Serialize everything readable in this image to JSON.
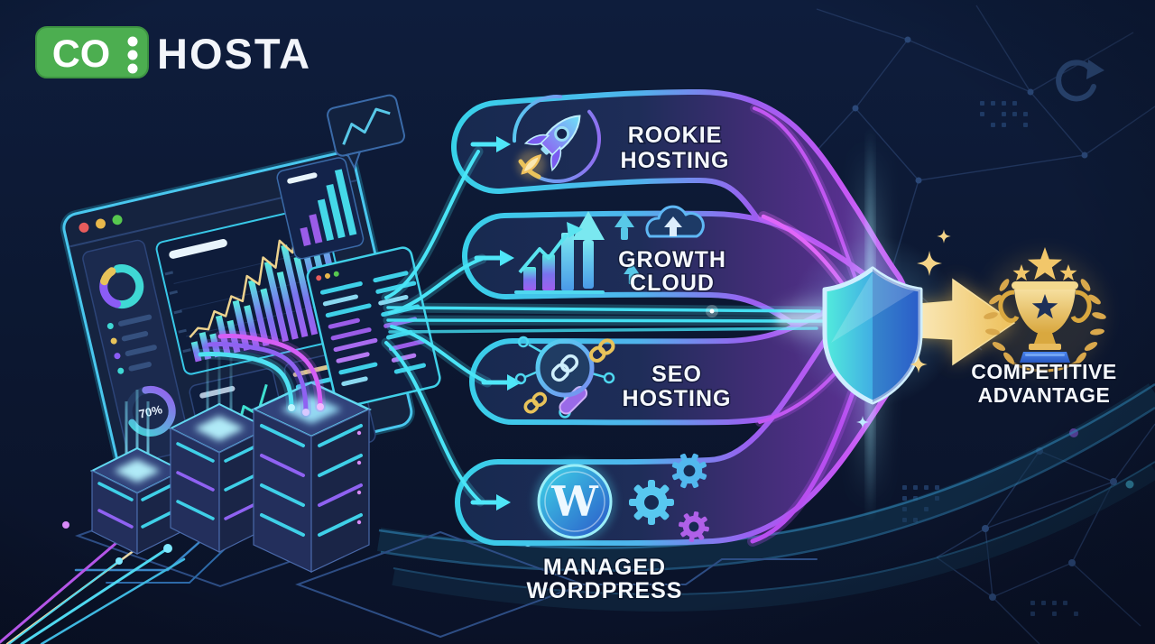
{
  "logo": {
    "prefix": "CO",
    "name": "HOSTA",
    "box_color": "#4cae50"
  },
  "services": [
    {
      "line1": "ROOKIE",
      "line2": "HOSTING",
      "icon": "rocket-icon"
    },
    {
      "line1": "GROWTH",
      "line2": "CLOUD",
      "icon": "growth-bars-icon"
    },
    {
      "line1": "SEO",
      "line2": "HOSTING",
      "icon": "seo-magnifier-icon"
    },
    {
      "line1": "MANAGED",
      "line2": "WORDPRESS",
      "icon": "wordpress-gears-icon"
    }
  ],
  "outcome": {
    "line1": "COMPETITIVE",
    "line2": "ADVANTAGE",
    "icon": "trophy-icon"
  },
  "dashboard": {
    "gauge_value": "70%"
  },
  "icons": {
    "wordpress_letter": "W",
    "names": [
      "rocket-icon",
      "growth-bars-icon",
      "cloud-upload-icon",
      "trend-arrow-icon",
      "seo-magnifier-icon",
      "chain-link-icon",
      "wordpress-icon",
      "gears-icon",
      "shield-icon",
      "light-beam",
      "golden-arrow-icon",
      "trophy-icon",
      "laurel-icon",
      "star-icon",
      "sparkle-icon",
      "server-tower-icon",
      "browser-window-icon",
      "donut-chart-icon",
      "gauge-icon",
      "bar-chart-icon",
      "line-chart-icon",
      "terminal-icon",
      "network-constellation"
    ]
  },
  "colors": {
    "background": "#0c1730",
    "accent_cyan": "#45dcf2",
    "accent_purple": "#b44ff0",
    "accent_magenta": "#e066f8",
    "accent_gold": "#e9bf62",
    "logo_green": "#4cae50",
    "shield_teal": "#52ecdc",
    "shield_blue": "#2f6fe0",
    "band_dark": "#17294f",
    "text": "#f5f8fd"
  }
}
